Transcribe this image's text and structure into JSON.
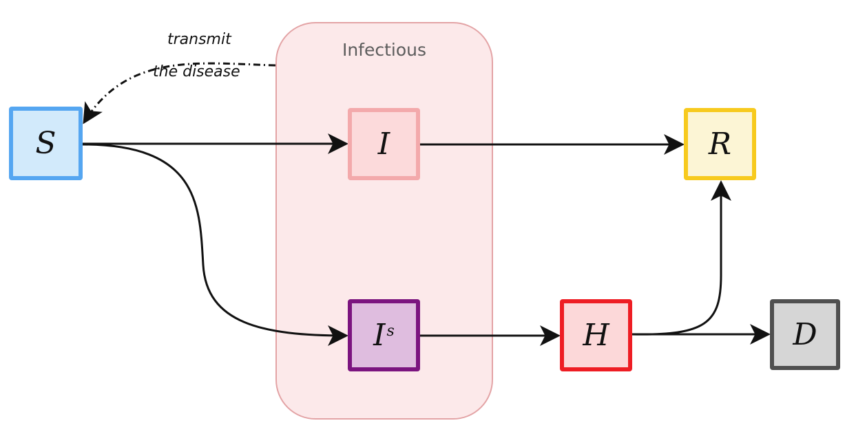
{
  "group": {
    "label": "Infectious"
  },
  "nodes": {
    "S": {
      "label": "S",
      "color": "#55a6f1",
      "fill": "#d2eafb"
    },
    "I": {
      "label": "I",
      "color": "#f3a9ab",
      "fill": "#fcdadb"
    },
    "R": {
      "label": "R",
      "color": "#f7ca1e",
      "fill": "#fcf5d5"
    },
    "Is": {
      "label": "I",
      "superscript": "s",
      "color": "#7b147f",
      "fill": "#dfbddf"
    },
    "H": {
      "label": "H",
      "color": "#ee1d24",
      "fill": "#fcd8d9"
    },
    "D": {
      "label": "D",
      "color": "#505050",
      "fill": "#d6d6d6"
    }
  },
  "annotation": {
    "line1": "transmit",
    "line2": "the disease"
  },
  "edges": [
    {
      "from": "S",
      "to": "I",
      "style": "solid"
    },
    {
      "from": "S",
      "to": "Is",
      "style": "solid"
    },
    {
      "from": "I",
      "to": "R",
      "style": "solid"
    },
    {
      "from": "Is",
      "to": "H",
      "style": "solid"
    },
    {
      "from": "H",
      "to": "R",
      "style": "solid"
    },
    {
      "from": "H",
      "to": "D",
      "style": "solid"
    },
    {
      "from": "Infectious",
      "to": "S",
      "style": "dash-dot"
    }
  ]
}
